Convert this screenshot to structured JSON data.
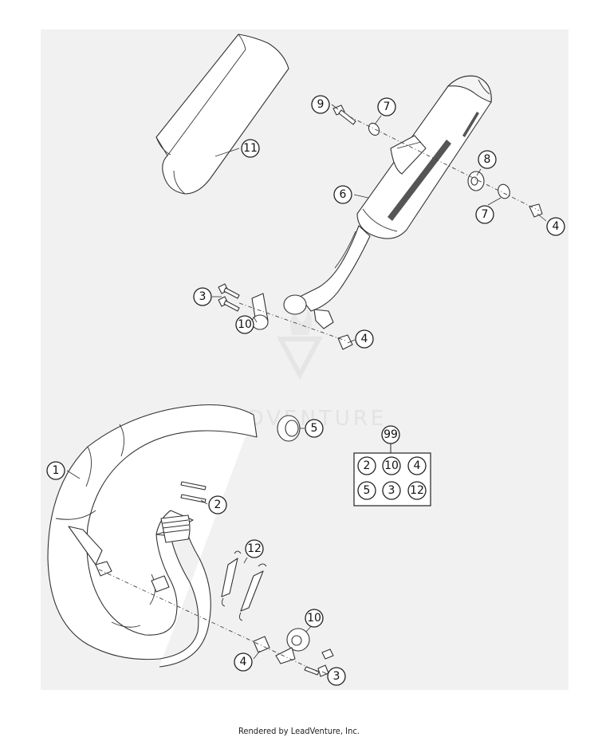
{
  "callouts": {
    "c1": "1",
    "c2": "2",
    "c3a": "3",
    "c3b": "3",
    "c4a": "4",
    "c4b": "4",
    "c4c": "4",
    "c5": "5",
    "c6": "6",
    "c7a": "7",
    "c7b": "7",
    "c8": "8",
    "c9": "9",
    "c10a": "10",
    "c10b": "10",
    "c11": "11",
    "c12": "12",
    "c99": "99"
  },
  "kit": {
    "items": [
      "2",
      "10",
      "4",
      "5",
      "3",
      "12"
    ]
  },
  "watermark": {
    "brand": "LEADVENTURE"
  },
  "footer": {
    "text": "Rendered by LeadVenture, Inc."
  },
  "colors": {
    "background": "#ffffff",
    "panel": "#f1f1f1",
    "line": "#333333"
  }
}
